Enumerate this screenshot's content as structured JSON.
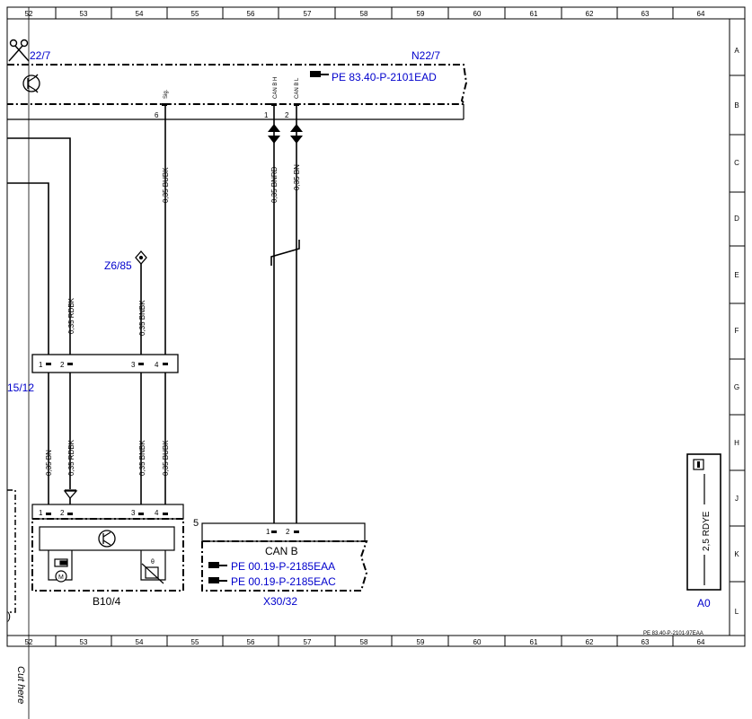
{
  "grid": {
    "columns": [
      "52",
      "53",
      "54",
      "55",
      "56",
      "57",
      "58",
      "59",
      "60",
      "61",
      "62",
      "63",
      "64"
    ],
    "rows": [
      "A",
      "B",
      "C",
      "D",
      "E",
      "F",
      "G",
      "H",
      "J",
      "K",
      "L"
    ]
  },
  "components": {
    "n22_7_left": "22/7",
    "n22_7": "N22/7",
    "n22_7_ref": "PE 83.40-P-2101EAD",
    "z6_85": "Z6/85",
    "conn_15_12": "15/12",
    "b10_4": "B10/4",
    "x30_32": "X30/32",
    "x30_32_title": "CAN B",
    "x30_32_ref1": "PE 00.19-P-2185EAA",
    "x30_32_ref2": "PE 00.19-P-2185EAC",
    "a0": "A0",
    "a0_wire": "2,5 RDYE"
  },
  "pins": {
    "n22_sig": "Sig.",
    "n22_canh": "CAN B H",
    "n22_canl": "CAN B L",
    "n22_p6": "6",
    "n22_p1": "1",
    "n22_p2": "2",
    "c_p1": "1",
    "c_p2": "2",
    "c_p3": "3",
    "c_p4": "4",
    "b_p1": "1",
    "b_p2": "2",
    "b_p3": "3",
    "b_p4": "4",
    "x_num": "5",
    "x_p1": "1",
    "x_p2": "2"
  },
  "wires": {
    "w_bubk_top": "0,35 BUBK",
    "w_bnrd": "0,35 BNRD",
    "w_bn_top": "0,35 BN",
    "w_rdbk_mid": "0,35 RDBK",
    "w_bnbk_mid": "0,35 BNBK",
    "w_bn_low": "0,35 BN",
    "w_rdbk_low": "0,35 RDBK",
    "w_bnbk_low": "0,35 BNBK",
    "w_bubk_low": "0,35 BUBK"
  },
  "footer": {
    "drawing_id": "PE 83.40-P-2101-97EAA",
    "cut_here": "Cut here"
  }
}
